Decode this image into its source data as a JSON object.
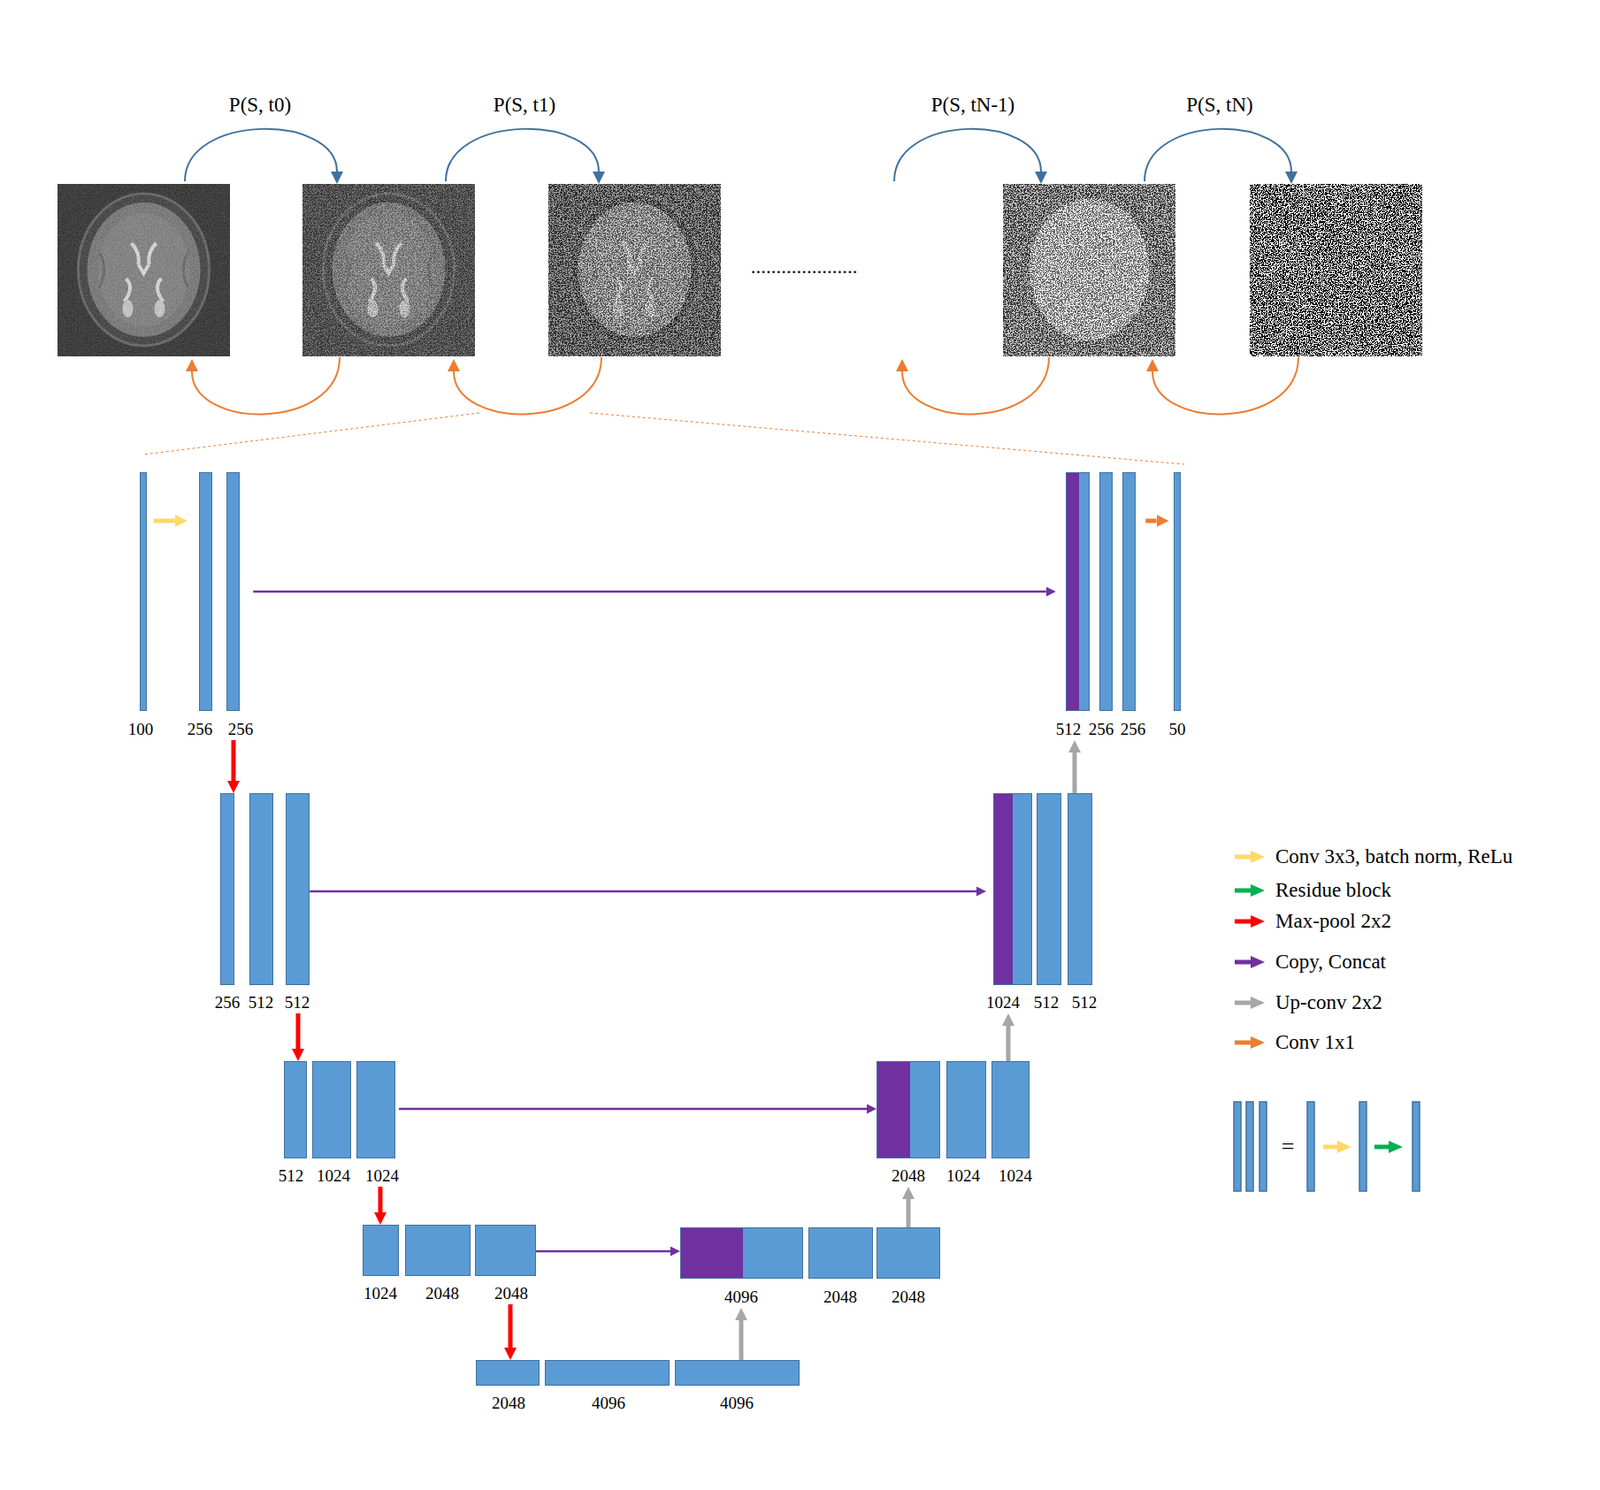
{
  "diagram": {
    "nodes": [
      {
        "text": [
          "100"
        ]
      },
      {
        "text": [
          "256"
        ]
      },
      {
        "text": [
          "256"
        ]
      },
      {
        "text": [
          "512"
        ]
      },
      {
        "text": [
          "256"
        ]
      },
      {
        "text": [
          "256"
        ]
      },
      {
        "text": [
          "50"
        ]
      },
      {
        "text": [
          "256"
        ]
      },
      {
        "text": [
          "512"
        ]
      },
      {
        "text": [
          "512"
        ]
      },
      {
        "text": [
          "1024"
        ]
      },
      {
        "text": [
          "512"
        ]
      },
      {
        "text": [
          "512"
        ]
      },
      {
        "text": [
          "512"
        ]
      },
      {
        "text": [
          "1024"
        ]
      },
      {
        "text": [
          "1024"
        ]
      },
      {
        "text": [
          "2048"
        ]
      },
      {
        "text": [
          "1024"
        ]
      },
      {
        "text": [
          "1024"
        ]
      },
      {
        "text": [
          "1024"
        ]
      },
      {
        "text": [
          "2048"
        ]
      },
      {
        "text": [
          "2048"
        ]
      },
      {
        "text": [
          "4096"
        ]
      },
      {
        "text": [
          "2048"
        ]
      },
      {
        "text": [
          "2048"
        ]
      },
      {
        "text": [
          "2048"
        ]
      },
      {
        "text": [
          "4096"
        ]
      },
      {
        "text": [
          "4096"
        ]
      }
    ],
    "edges": [
      {
        "from": 0,
        "to": 1,
        "arrow": "to"
      },
      {
        "from": 2,
        "to": 3,
        "arrow": "to"
      },
      {
        "from": 5,
        "to": 6,
        "arrow": "to"
      },
      {
        "from": 2,
        "to": 7,
        "arrow": "to"
      },
      {
        "from": 9,
        "to": 10,
        "arrow": "to"
      },
      {
        "from": 9,
        "to": 13,
        "arrow": "to"
      },
      {
        "from": 15,
        "to": 16,
        "arrow": "to"
      },
      {
        "from": 15,
        "to": 19,
        "arrow": "to"
      },
      {
        "from": 21,
        "to": 22,
        "arrow": "to"
      },
      {
        "from": 21,
        "to": 25,
        "arrow": "to"
      },
      {
        "from": 27,
        "to": 22,
        "arrow": "to"
      },
      {
        "from": 24,
        "to": 16,
        "arrow": "to"
      },
      {
        "from": 18,
        "to": 10,
        "arrow": "to"
      },
      {
        "from": 12,
        "to": 3,
        "arrow": "to"
      }
    ],
    "labels": [
      "P(S, t0)",
      "P(S, t1)",
      "P(S, tN-1)",
      "P(S, tN)",
      ".....................",
      "="
    ],
    "legend": [
      {
        "text": "Conv 3x3, batch norm, ReLu",
        "color": "#ffd966"
      },
      {
        "text": "Residue block",
        "color": "#00b050"
      },
      {
        "text": "Max-pool 2x2",
        "color": "#ff0000"
      },
      {
        "text": "Copy, Concat",
        "color": "#7030a0"
      },
      {
        "text": "Up-conv 2x2",
        "color": "#a6a6a6"
      },
      {
        "text": "Conv 1x1",
        "color": "#ed7d31"
      }
    ]
  }
}
